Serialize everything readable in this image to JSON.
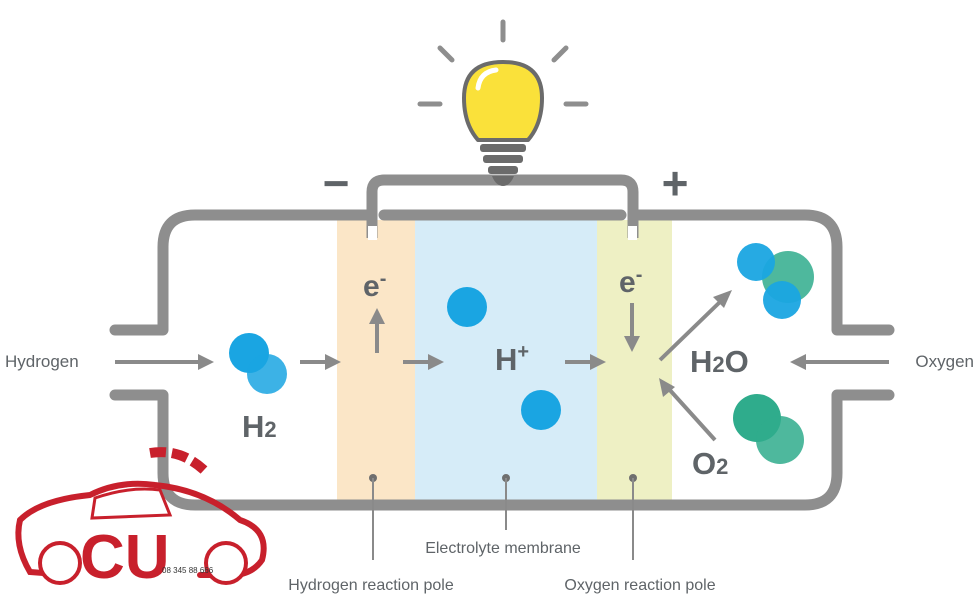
{
  "labels": {
    "hydrogen": "Hydrogen",
    "oxygen": "Oxygen",
    "h2_main": "H",
    "h2_sub": "2",
    "h_ion_main": "H",
    "h_ion_sup": "+",
    "h2o_h": "H",
    "h2o_2": "2",
    "h2o_o": "O",
    "o2_main": "O",
    "o2_sub": "2",
    "electron_left": "e",
    "electron_right": "e",
    "electron_sup": "-",
    "minus": "−",
    "plus": "+",
    "electrolyte_membrane": "Electrolyte membrane",
    "hydrogen_reaction_pole": "Hydrogen reaction pole",
    "oxygen_reaction_pole": "Oxygen reaction pole"
  },
  "watermark": {
    "logo_text": "CU",
    "phone": "08 345 88 666"
  },
  "colors": {
    "frame": "#8e8e8e",
    "arrow": "#8a8a8a",
    "anode_zone": "#fbe6c7",
    "membrane_zone": "#d6ecf8",
    "cathode_zone": "#eef0c4",
    "hydrogen_molecule": "#1aa5e2",
    "oxygen_molecule": "#2fac8c",
    "bulb": "#fae13a",
    "logo_red": "#c8202c"
  }
}
